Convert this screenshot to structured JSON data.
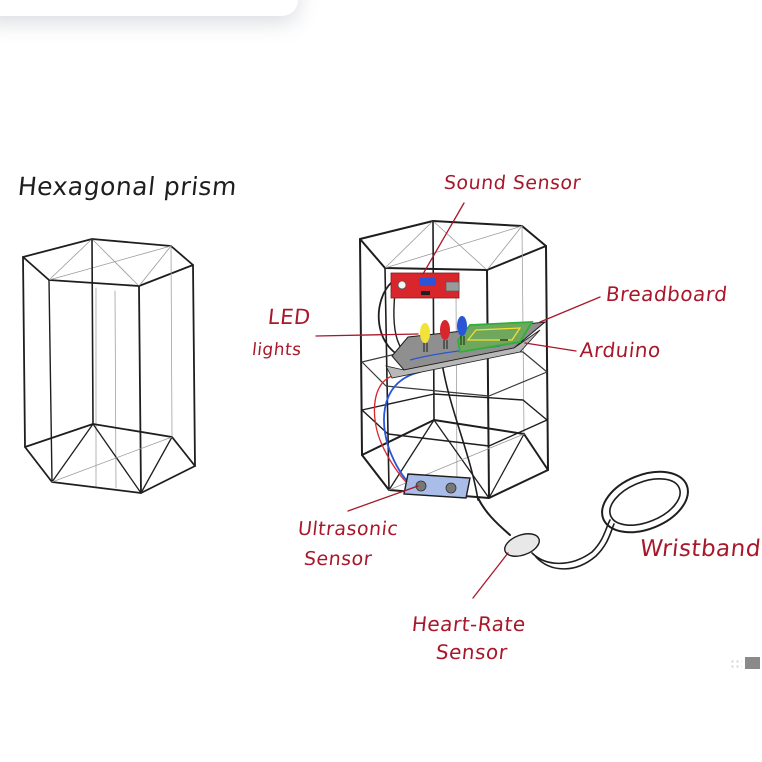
{
  "diagram": {
    "left_title": "Hexagonal prism",
    "labels": {
      "sound_sensor": "Sound Sensor",
      "breadboard": "Breadboard",
      "arduino": "Arduino",
      "led_line1": "LED",
      "led_line2": "lights",
      "ultrasonic_line1": "Ultrasonic",
      "ultrasonic_line2": "Sensor",
      "heart_line1": "Heart-Rate",
      "heart_line2": "Sensor",
      "wristband": "Wristband."
    },
    "colors": {
      "label_red": "#a8172a",
      "outline_black": "#1e1e1e",
      "sound_sensor_board": "#d8262c",
      "led_yellow": "#f2e23a",
      "led_red": "#d8262c",
      "led_blue": "#2a55d6",
      "breadboard_gray": "#8f8f8f",
      "arduino_green": "#2fae3a",
      "ultrasonic_blue": "#a9bde8",
      "wire_blue": "#2a55d6",
      "wire_red": "#d8262c"
    }
  }
}
